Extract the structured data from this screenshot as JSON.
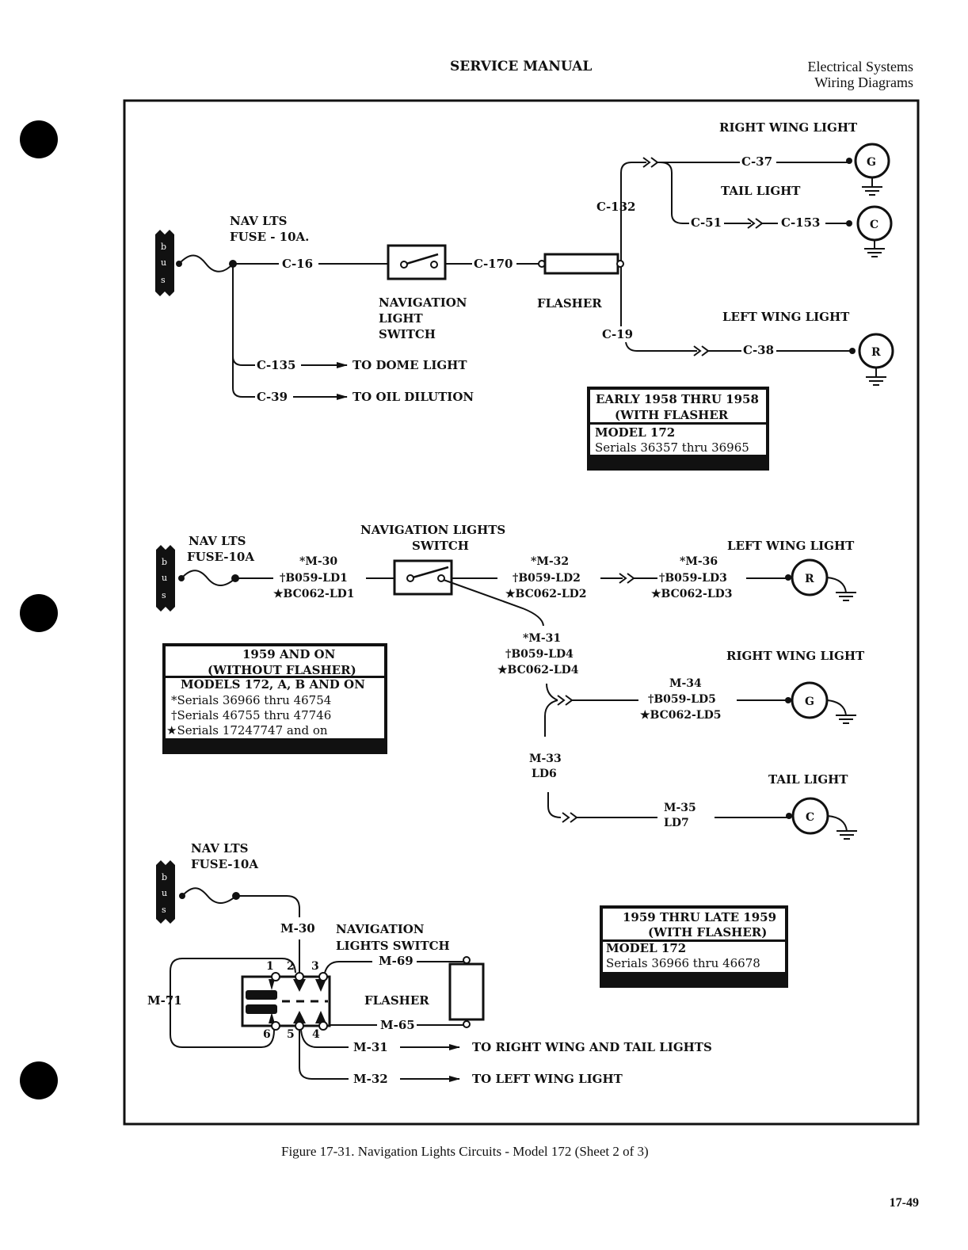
{
  "header": {
    "title": "SERVICE MANUAL",
    "section_line1": "Electrical Systems",
    "section_line2": "Wiring Diagrams"
  },
  "diagram1": {
    "bus_label": "bus",
    "fuse_label_1": "NAV LTS",
    "fuse_label_2": "FUSE - 10A.",
    "wires": {
      "c16": "C-16",
      "c170": "C-170",
      "c132": "C-132",
      "c37": "C-37",
      "c51": "C-51",
      "c153": "C-153",
      "c19": "C-19",
      "c38": "C-38",
      "c135": "C-135",
      "c39": "C-39"
    },
    "switch_label": [
      "NAVIGATION",
      "LIGHT",
      "SWITCH"
    ],
    "flasher_label": "FLASHER",
    "right_wing": "RIGHT WING LIGHT",
    "right_wing_lamp": "G",
    "tail": "TAIL LIGHT",
    "tail_lamp": "C",
    "left_wing": "LEFT WING LIGHT",
    "left_wing_lamp": "R",
    "dome": "TO DOME LIGHT",
    "oil": "TO OIL DILUTION",
    "table": {
      "title_1": "EARLY 1958 THRU 1958",
      "title_2": "(WITH FLASHER",
      "model": "MODEL 172",
      "serials": "Serials 36357 thru 36965"
    }
  },
  "diagram2": {
    "bus_label": "bus",
    "fuse_label_1": "NAV LTS",
    "fuse_label_2": "FUSE-10A",
    "switch_label_1": "NAVIGATION LIGHTS",
    "switch_label_2": "SWITCH",
    "w_in": [
      "*M-30",
      "†B059-LD1",
      "★BC062-LD1"
    ],
    "w_out": [
      "*M-32",
      "†B059-LD2",
      "★BC062-LD2"
    ],
    "w_left": [
      "*M-36",
      "†B059-LD3",
      "★BC062-LD3"
    ],
    "w_branch": [
      "*M-31",
      "†B059-LD4",
      "★BC062-LD4"
    ],
    "w_right": [
      "M-34",
      "†B059-LD5",
      "★BC062-LD5"
    ],
    "w_tail_up": [
      "M-33",
      "LD6"
    ],
    "w_tail": [
      "M-35",
      "LD7"
    ],
    "left_wing": "LEFT WING LIGHT",
    "left_wing_lamp": "R",
    "right_wing": "RIGHT WING LIGHT",
    "right_wing_lamp": "G",
    "tail": "TAIL LIGHT",
    "tail_lamp": "C",
    "table": {
      "title_1": "1959 AND ON",
      "title_2": "(WITHOUT FLASHER)",
      "model": "MODELS 172, A, B AND ON",
      "serials": [
        "*Serials 36966 thru 46754",
        "†Serials 46755 thru 47746",
        "★Serials 17247747 and on"
      ]
    }
  },
  "diagram3": {
    "bus_label": "bus",
    "fuse_label_1": "NAV LTS",
    "fuse_label_2": "FUSE-10A",
    "m30": "M-30",
    "switch_label_1": "NAVIGATION",
    "switch_label_2": "LIGHTS SWITCH",
    "pins": [
      "1",
      "2",
      "3",
      "4",
      "5",
      "6"
    ],
    "m69": "M-69",
    "m65": "M-65",
    "m71": "M-71",
    "m31": "M-31",
    "m32": "M-32",
    "flasher_label": "FLASHER",
    "to_right": "TO RIGHT WING AND TAIL LIGHTS",
    "to_left": "TO LEFT WING LIGHT",
    "table": {
      "title_1": "1959 THRU LATE 1959",
      "title_2": "(WITH FLASHER)",
      "model": "MODEL 172",
      "serials": "Serials 36966 thru 46678"
    }
  },
  "caption": "Figure 17-31.  Navigation Lights Circuits - Model 172 (Sheet 2 of 3)",
  "page_number": "17-49"
}
